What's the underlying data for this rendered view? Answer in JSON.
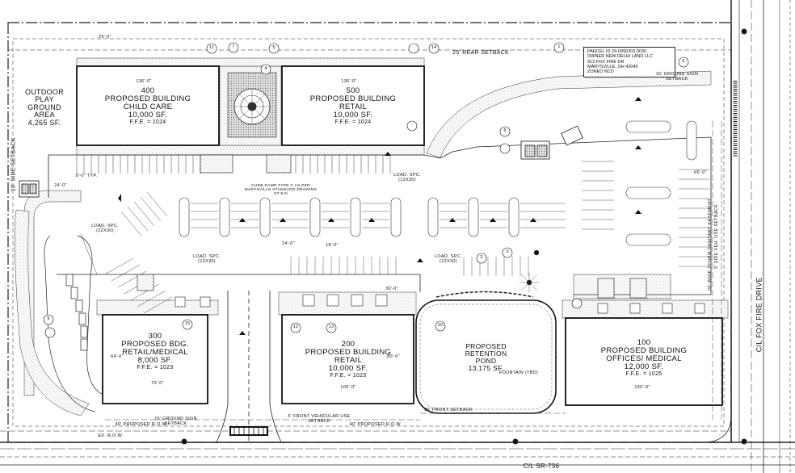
{
  "buildings": [
    {
      "number": "400",
      "line1": "PROPOSED BUILDING",
      "line2": "CHILD CARE",
      "area": "10,000 SF.",
      "ffe": "F.F.E. = 1024"
    },
    {
      "number": "500",
      "line1": "PROPOSED BUILDING",
      "line2": "RETAIL",
      "area": "10,000 SF.",
      "ffe": "F.F.E. = 1024"
    },
    {
      "number": "300",
      "line1": "PROPOSED BDG.",
      "line2": "RETAIL/MEDICAL",
      "area": "8,000 SF.",
      "ffe": "F.F.E. = 1023"
    },
    {
      "number": "200",
      "line1": "PROPOSED BUILDING",
      "line2": "RETAIL",
      "area": "10,000 SF.",
      "ffe": "F.F.E. = 1023"
    },
    {
      "number": "100",
      "line1": "PROPOSED BUILDING",
      "line2": "OFFICES/ MEDICAL",
      "area": "12,000 SF.",
      "ffe": "F.F.E. = 1025"
    }
  ],
  "play_area": {
    "line1": "OUTDOOR",
    "line2": "PLAY",
    "line3": "GROUND",
    "line4": "AREA",
    "area": "4,265 SF."
  },
  "pond": {
    "line1": "PROPOSED",
    "line2": "RETENTION",
    "line3": "POND",
    "area": "13,175 SF."
  },
  "fountain": "FOUNTAIN (TBD)",
  "parcel": {
    "line1": "PARCEL ID 29-0090203.0030",
    "line2": "OWNER NEW DELHI LAND LLC",
    "line3": "913 FOX FIRE DR",
    "line4": "MARYSVILLE, OH 43040",
    "line5": "ZONED NCD"
  },
  "setbacks": {
    "rear": "25' REAR SETBACK",
    "side": "10' SIDE SETBACK",
    "ground_sign_right": "16' GROUND SIGN SETBACK",
    "ground_sign_front": "16' GROUND SIGN SETBACK",
    "front_vehicular": "5' FRONT VEHICULAR USE SETBACK",
    "front": "20' FRONT SETBACK",
    "easement": "20' WIDE STORM SANITARY EASEMENT",
    "side_right": "5' SIDE VEH. USE SETBACK"
  },
  "loading": [
    {
      "label": "LOAD. SPC.",
      "size": "(12X30)"
    },
    {
      "label": "LOAD. SPC.",
      "size": "(12X30)"
    },
    {
      "label": "LOAD. SPC.",
      "size": "(12X30)"
    },
    {
      "label": "LOAD. SPC.",
      "size": "(12X30)"
    }
  ],
  "curb_ramp": {
    "line1": "CURB RAMP TYPE C AS PER",
    "line2": "MARYSVILLE STANDARD",
    "line3": "DRAWING ST-9-N"
  },
  "roads": {
    "right": "C/L FOX FIRE DRIVE",
    "bottom": "C/L SR-736",
    "row_left": "40' PROPOSED R.O.W.",
    "row_right": "40' PROPOSED R.O.W.",
    "ex_row": "EX. R.O.W."
  },
  "dims": {
    "d1": "136'-0\"",
    "d2": "136'-0\"",
    "d3": "25'-0\"",
    "d4": "24'-0\"",
    "d5": "9'-0\" TYP.",
    "d6": "18'-0\"",
    "d7": "30'-0\"",
    "d8": "24'-0\"",
    "d9": "65'-0\"",
    "d10": "80'-0\"",
    "d11": "150'-0\"",
    "d12": "100'-0\"",
    "d13": "64'-0\"",
    "d14": "70'-0\""
  },
  "callouts": [
    "1",
    "2",
    "3",
    "4",
    "5",
    "6",
    "7",
    "8",
    "9",
    "10",
    "11",
    "12",
    "13",
    "14",
    "15"
  ]
}
